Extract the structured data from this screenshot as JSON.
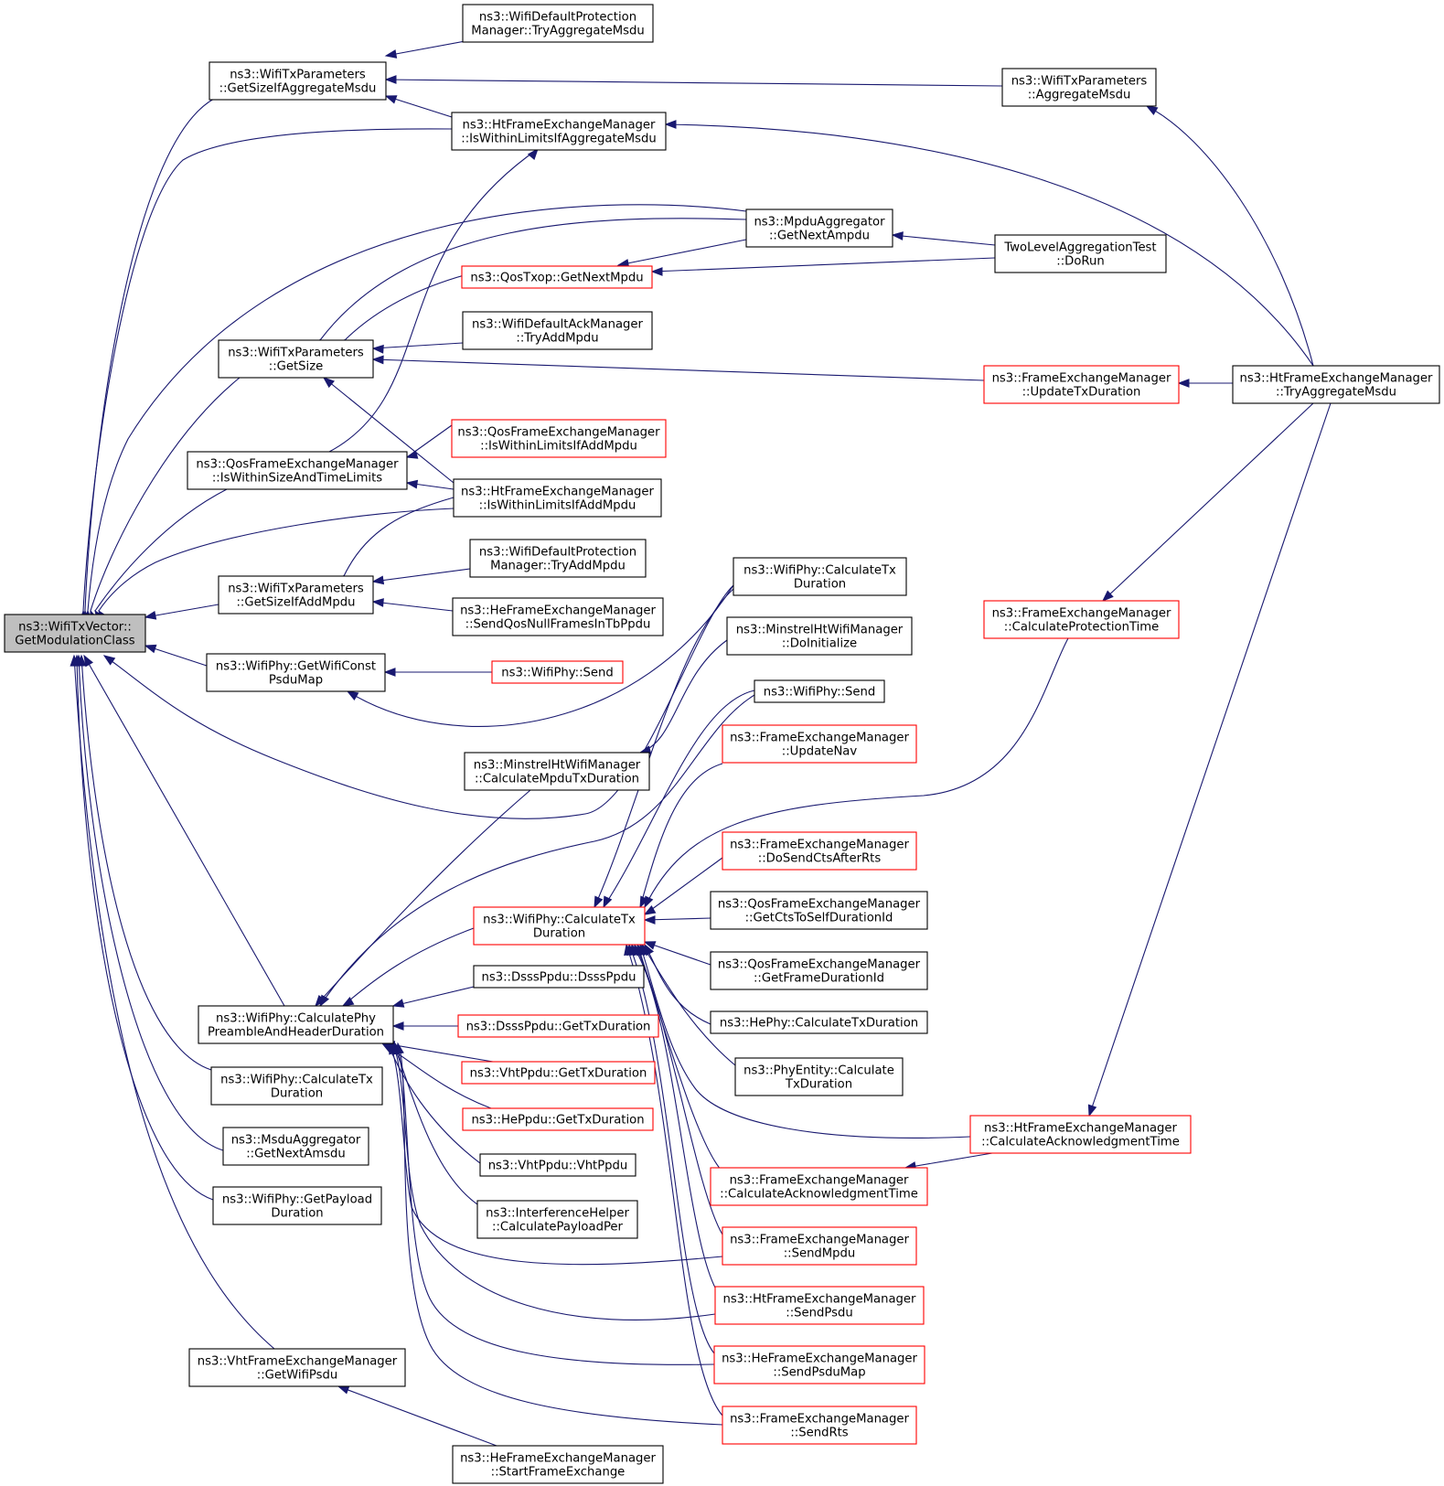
{
  "colors": {
    "edge": "#191970",
    "node_border": "#000000",
    "node_border_truncated": "#ff0000",
    "root_fill": "#bfbfbf"
  },
  "nodes": {
    "root": {
      "lines": [
        "ns3::WifiTxVector::",
        "GetModulationClass"
      ]
    },
    "wdpm_agg": {
      "lines": [
        "ns3::WifiDefaultProtection",
        "Manager::TryAggregateMsdu"
      ]
    },
    "txp_szagg": {
      "lines": [
        "ns3::WifiTxParameters",
        "::GetSizeIfAggregateMsdu"
      ]
    },
    "txp_agg": {
      "lines": [
        "ns3::WifiTxParameters",
        "::AggregateMsdu"
      ]
    },
    "htfem_wlagg": {
      "lines": [
        "ns3::HtFrameExchangeManager",
        "::IsWithinLimitsIfAggregateMsdu"
      ]
    },
    "mpdu_agg": {
      "lines": [
        "ns3::MpduAggregator",
        "::GetNextAmpdu"
      ]
    },
    "tlat": {
      "lines": [
        "TwoLevelAggregationTest",
        "::DoRun"
      ]
    },
    "qostxop": {
      "lines": [
        "ns3::QosTxop::GetNextMpdu"
      ]
    },
    "wdam": {
      "lines": [
        "ns3::WifiDefaultAckManager",
        "::TryAddMpdu"
      ]
    },
    "txp_size": {
      "lines": [
        "ns3::WifiTxParameters",
        "::GetSize"
      ]
    },
    "fem_utx": {
      "lines": [
        "ns3::FrameExchangeManager",
        "::UpdateTxDuration"
      ]
    },
    "htfem_tam": {
      "lines": [
        "ns3::HtFrameExchangeManager",
        "::TryAggregateMsdu"
      ]
    },
    "qfem_wladd": {
      "lines": [
        "ns3::QosFrameExchangeManager",
        "::IsWithinLimitsIfAddMpdu"
      ]
    },
    "qfem_wsize": {
      "lines": [
        "ns3::QosFrameExchangeManager",
        "::IsWithinSizeAndTimeLimits"
      ]
    },
    "htfem_wladd": {
      "lines": [
        "ns3::HtFrameExchangeManager",
        "::IsWithinLimitsIfAddMpdu"
      ]
    },
    "wdpm_add": {
      "lines": [
        "ns3::WifiDefaultProtection",
        "Manager::TryAddMpdu"
      ]
    },
    "txp_szadd": {
      "lines": [
        "ns3::WifiTxParameters",
        "::GetSizeIfAddMpdu"
      ]
    },
    "hefem_sqn": {
      "lines": [
        "ns3::HeFrameExchangeManager",
        "::SendQosNullFramesInTbPpdu"
      ]
    },
    "phy_ctd_a": {
      "lines": [
        "ns3::WifiPhy::CalculateTx",
        "Duration"
      ]
    },
    "mhwm_init": {
      "lines": [
        "ns3::MinstrelHtWifiManager",
        "::DoInitialize"
      ]
    },
    "fem_cpt": {
      "lines": [
        "ns3::FrameExchangeManager",
        "::CalculateProtectionTime"
      ]
    },
    "phy_gwc": {
      "lines": [
        "ns3::WifiPhy::GetWifiConst",
        "PsduMap"
      ]
    },
    "phy_send_r": {
      "lines": [
        "ns3::WifiPhy::Send"
      ]
    },
    "phy_send_b": {
      "lines": [
        "ns3::WifiPhy::Send"
      ]
    },
    "fem_unav": {
      "lines": [
        "ns3::FrameExchangeManager",
        "::UpdateNav"
      ]
    },
    "mhwm_cmt": {
      "lines": [
        "ns3::MinstrelHtWifiManager",
        "::CalculateMpduTxDuration"
      ]
    },
    "fem_dscar": {
      "lines": [
        "ns3::FrameExchangeManager",
        "::DoSendCtsAfterRts"
      ]
    },
    "phy_ctd_r": {
      "lines": [
        "ns3::WifiPhy::CalculateTx",
        "Duration"
      ]
    },
    "qfem_gcts": {
      "lines": [
        "ns3::QosFrameExchangeManager",
        "::GetCtsToSelfDurationId"
      ]
    },
    "qfem_gfd": {
      "lines": [
        "ns3::QosFrameExchangeManager",
        "::GetFrameDurationId"
      ]
    },
    "dsss_ctor": {
      "lines": [
        "ns3::DsssPpdu::DsssPpdu"
      ]
    },
    "hephy_ctd": {
      "lines": [
        "ns3::HePhy::CalculateTxDuration"
      ]
    },
    "phy_cph": {
      "lines": [
        "ns3::WifiPhy::CalculatePhy",
        "PreambleAndHeaderDuration"
      ]
    },
    "dsss_gtd": {
      "lines": [
        "ns3::DsssPpdu::GetTxDuration"
      ]
    },
    "pe_ctd": {
      "lines": [
        "ns3::PhyEntity::Calculate",
        "TxDuration"
      ]
    },
    "vht_gtd": {
      "lines": [
        "ns3::VhtPpdu::GetTxDuration"
      ]
    },
    "phy_ctd_c": {
      "lines": [
        "ns3::WifiPhy::CalculateTx",
        "Duration"
      ]
    },
    "he_gtd": {
      "lines": [
        "ns3::HePpdu::GetTxDuration"
      ]
    },
    "htfem_cat": {
      "lines": [
        "ns3::HtFrameExchangeManager",
        "::CalculateAcknowledgmentTime"
      ]
    },
    "msdu_agg": {
      "lines": [
        "ns3::MsduAggregator",
        "::GetNextAmsdu"
      ]
    },
    "vht_ctor": {
      "lines": [
        "ns3::VhtPpdu::VhtPpdu"
      ]
    },
    "fem_cat": {
      "lines": [
        "ns3::FrameExchangeManager",
        "::CalculateAcknowledgmentTime"
      ]
    },
    "phy_gpd": {
      "lines": [
        "ns3::WifiPhy::GetPayload",
        "Duration"
      ]
    },
    "ih_cpp": {
      "lines": [
        "ns3::InterferenceHelper",
        "::CalculatePayloadPer"
      ]
    },
    "fem_smpdu": {
      "lines": [
        "ns3::FrameExchangeManager",
        "::SendMpdu"
      ]
    },
    "htfem_spsdu": {
      "lines": [
        "ns3::HtFrameExchangeManager",
        "::SendPsdu"
      ]
    },
    "vfem_gwp": {
      "lines": [
        "ns3::VhtFrameExchangeManager",
        "::GetWifiPsdu"
      ]
    },
    "hefem_spm": {
      "lines": [
        "ns3::HeFrameExchangeManager",
        "::SendPsduMap"
      ]
    },
    "fem_srts": {
      "lines": [
        "ns3::FrameExchangeManager",
        "::SendRts"
      ]
    },
    "hefem_sfe": {
      "lines": [
        "ns3::HeFrameExchangeManager",
        "::StartFrameExchange"
      ]
    }
  }
}
